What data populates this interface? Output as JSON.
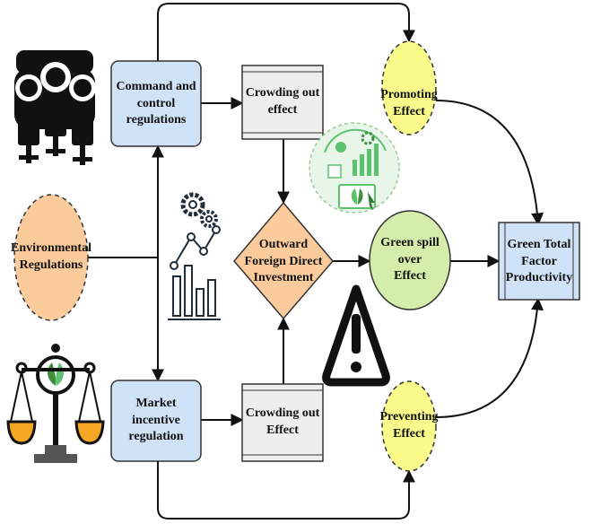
{
  "nodes": {
    "environmental_regulations": "Environmental\nRegulations",
    "command_control": "Command and\ncontrol regulations",
    "market_incentive": "Market incentive\nregulation",
    "crowding_out_top": "Crowding out\neffect",
    "crowding_out_bottom": "Crowding out\nEffect",
    "ofdi": "Outward\nForeign Direct\nInvestment",
    "promoting_effect": "Promoting\nEffect",
    "preventing_effect": "Preventing\nEffect",
    "green_spill_over": "Green spill over\nEffect",
    "gtfp": "Green Total\nFactor\nProductivity"
  },
  "colors": {
    "blue_box": "#cfe2f7",
    "grey_box": "#eeeeee",
    "orange": "#fbcb9b",
    "yellow": "#fafa8a",
    "green": "#d4edaa",
    "icon_dark": "#111111",
    "icon_green": "#5cc26d",
    "icon_orange": "#f5a623"
  }
}
